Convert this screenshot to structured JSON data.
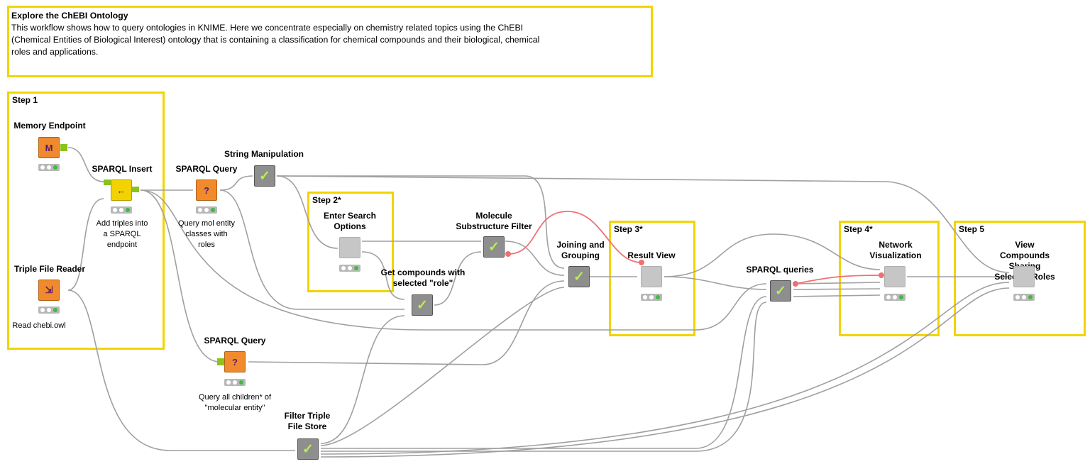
{
  "description": {
    "title": "Explore the ChEBI Ontology",
    "body": "This workflow shows how to query ontologies in KNIME. Here we concentrate especially on chemistry related topics using the ChEBI\n(Chemical Entities of Biological Interest) ontology that is containing a classification for chemical compounds and their biological, chemical\nroles and applications."
  },
  "annotations": {
    "step1": "Step 1",
    "step2": "Step 2*",
    "step3": "Step 3*",
    "step4": "Step 4*",
    "step5": "Step 5"
  },
  "nodes": {
    "memory_endpoint": {
      "label": "Memory Endpoint",
      "desc": "",
      "icon": "memory-endpoint-icon"
    },
    "sparql_insert": {
      "label": "SPARQL Insert",
      "desc": "Add triples into\na SPARQL\nendpoint",
      "icon": "sparql-insert-icon"
    },
    "triple_file_reader": {
      "label": "Triple File Reader",
      "desc": "Read chebi.owl",
      "icon": "triple-file-reader-icon"
    },
    "sparql_query1": {
      "label": "SPARQL Query",
      "desc": "Query mol entity\nclasses with\nroles",
      "icon": "sparql-query-icon"
    },
    "string_manipulation": {
      "label": "String Manipulation",
      "desc": "",
      "icon": "check-icon"
    },
    "enter_search_options": {
      "label": "Enter Search\nOptions",
      "desc": "",
      "icon": "metanode-icon"
    },
    "molecule_filter": {
      "label": "Molecule\nSubstructure Filter",
      "desc": "",
      "icon": "check-icon"
    },
    "get_compounds": {
      "label": "Get compounds with\nselected \"role\"",
      "desc": "",
      "icon": "check-icon"
    },
    "joining_grouping": {
      "label": "Joining and\nGrouping",
      "desc": "",
      "icon": "check-icon"
    },
    "result_view": {
      "label": "Result View",
      "desc": "",
      "icon": "metanode-icon"
    },
    "sparql_queries": {
      "label": "SPARQL queries",
      "desc": "",
      "icon": "check-icon"
    },
    "network_visualization": {
      "label": "Network\nVisualization",
      "desc": "",
      "icon": "metanode-icon"
    },
    "view_compounds": {
      "label": "View Compounds Sharing\nSelected Roles",
      "desc": "",
      "icon": "metanode-icon"
    },
    "sparql_query2": {
      "label": "SPARQL Query",
      "desc": "Query all children* of\n\"molecular entity\"",
      "icon": "sparql-query-icon"
    },
    "filter_triple": {
      "label": "Filter Triple\nFile Store",
      "desc": "",
      "icon": "check-icon"
    }
  },
  "colors": {
    "annotation_border": "#f2d400",
    "wire": "#a0a0a0",
    "flow_variable_wire": "#f07070",
    "status_green": "#3fbb3f",
    "manipulator_node": "#8e8e8e",
    "source_node": "#f08a2c"
  }
}
